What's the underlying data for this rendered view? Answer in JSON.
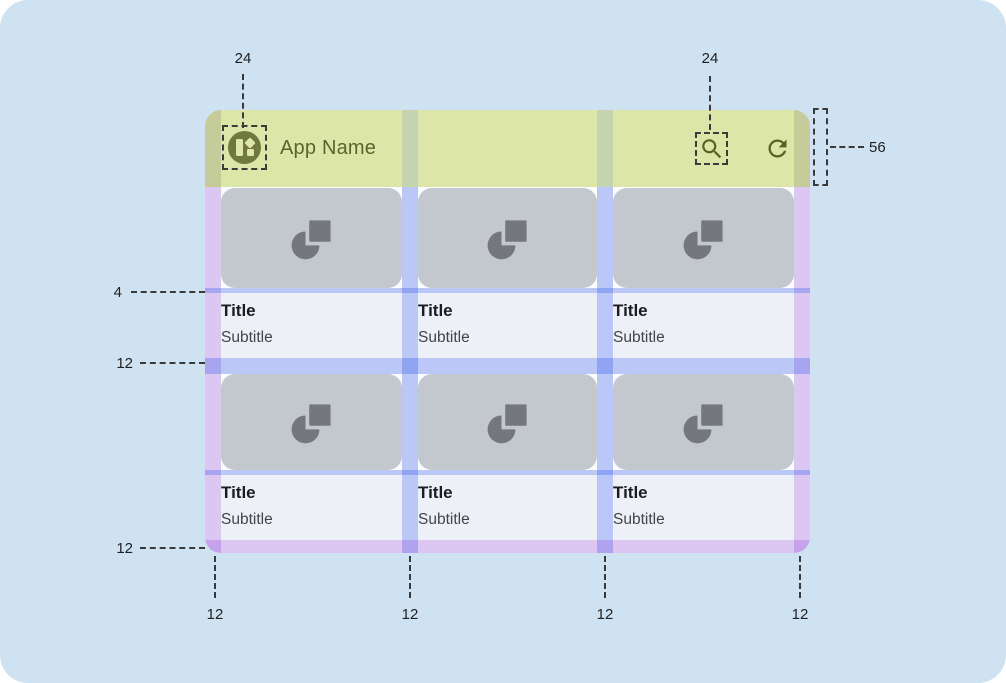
{
  "canvas": {
    "bg": "#cfe2f1"
  },
  "colors": {
    "appbar_bg": "#dce6a9",
    "appbar_margin_stripe": "#c6cc99",
    "appbar_gutter_stripe": "#c5d3ae",
    "appbar_fg": "#59652a",
    "card_image_bg": "#c3c7ce",
    "card_icon": "#74777e",
    "card_text_bg": "#edf0f6",
    "title_color": "#1b1c20",
    "subtitle_color": "#41454c",
    "gutter_overlay_blue": "rgba(70,100,235,0.35)",
    "margin_overlay_purple": "rgba(150,75,220,0.30)",
    "annotation_color": "#1f2023"
  },
  "appbar": {
    "title": "App Name",
    "icons": [
      "app-logo-icon",
      "search-icon",
      "refresh-icon"
    ]
  },
  "cards": [
    {
      "title": "Title",
      "subtitle": "Subtitle"
    },
    {
      "title": "Title",
      "subtitle": "Subtitle"
    },
    {
      "title": "Title",
      "subtitle": "Subtitle"
    },
    {
      "title": "Title",
      "subtitle": "Subtitle"
    },
    {
      "title": "Title",
      "subtitle": "Subtitle"
    },
    {
      "title": "Title",
      "subtitle": "Subtitle"
    }
  ],
  "annotations": {
    "logo_size": "24",
    "search_size": "24",
    "appbar_height": "56",
    "image_text_gap": "4",
    "row_gap": "12",
    "bottom_margin": "12",
    "column_markers": [
      "12",
      "12",
      "12",
      "12"
    ]
  }
}
